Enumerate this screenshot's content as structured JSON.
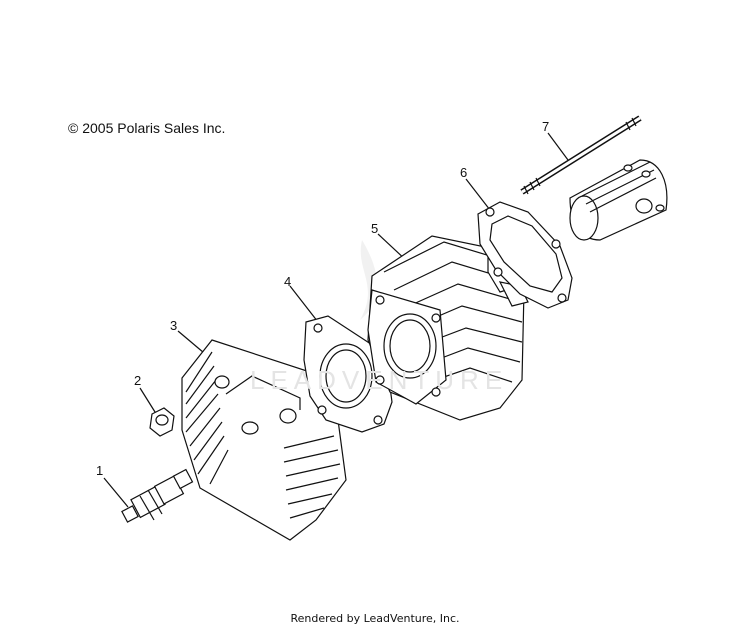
{
  "copyright": "© 2005 Polaris Sales Inc.",
  "footer": "Rendered by LeadVenture, Inc.",
  "watermark": "LEADVENTURE",
  "callouts": [
    "1",
    "2",
    "3",
    "4",
    "5",
    "6",
    "7"
  ]
}
